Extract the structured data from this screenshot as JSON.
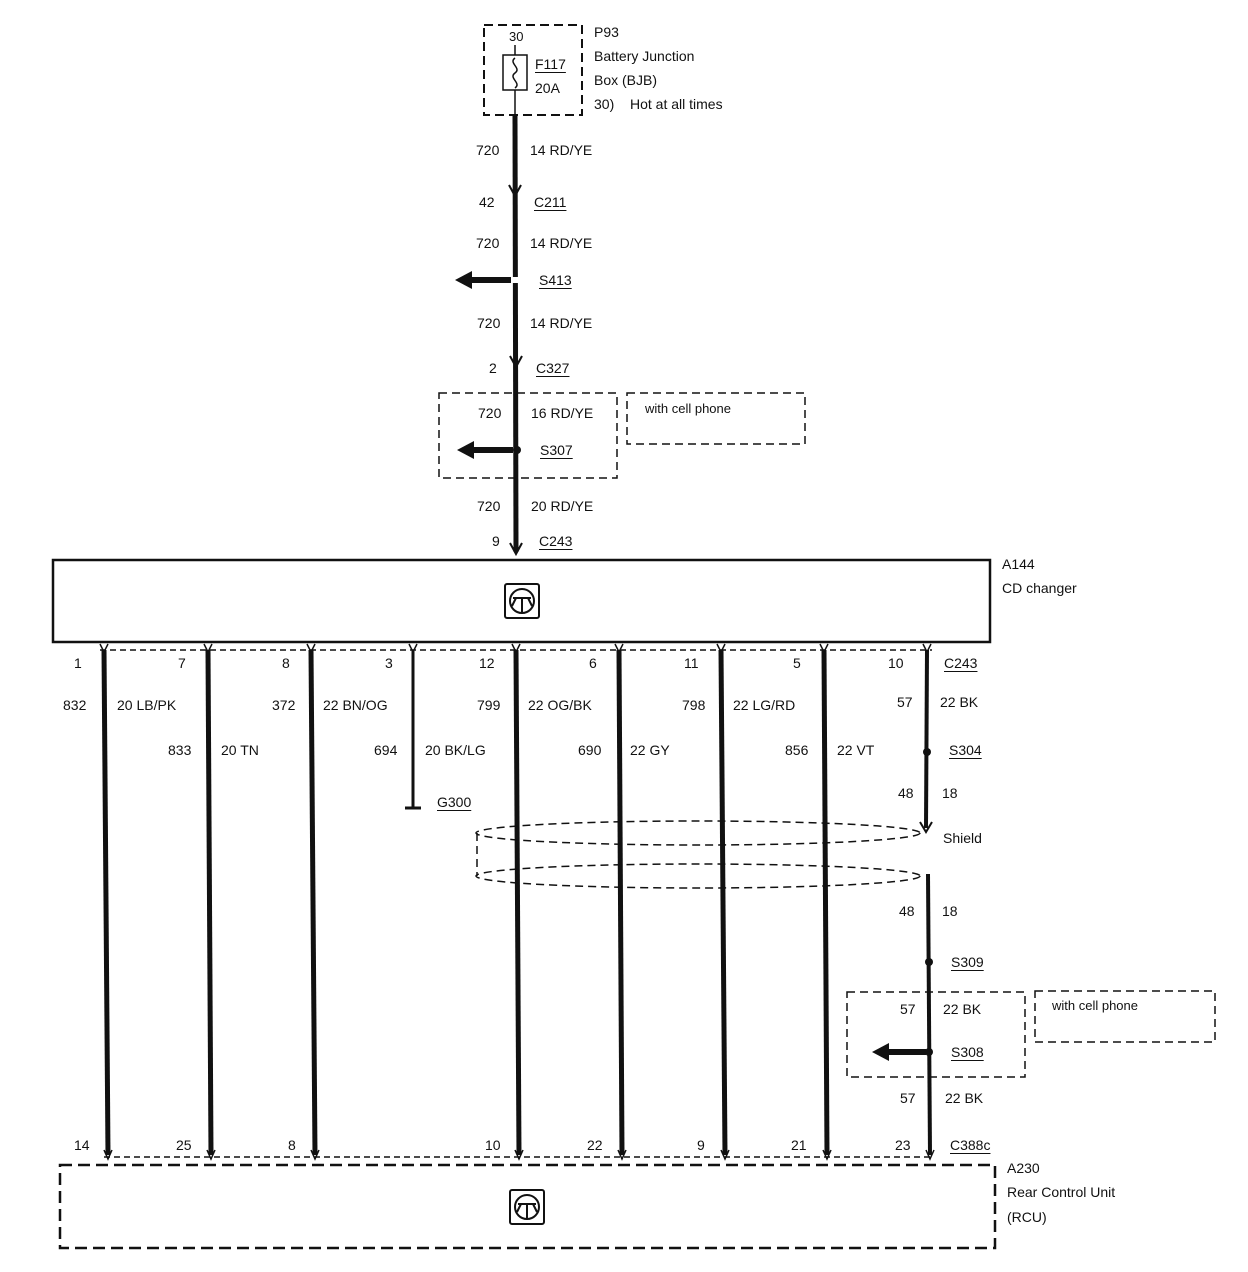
{
  "fuse": {
    "pin": "30",
    "id": "F117",
    "rating": "20A",
    "box_id": "P93",
    "box_name_line1": "Battery Junction",
    "box_name_line2": "Box (BJB)",
    "note_ref": "30)",
    "note": "Hot at all times",
    "icon": "fuse-icon"
  },
  "feed": {
    "segments": [
      {
        "circuit": "720",
        "wire": "14 RD/YE"
      },
      {
        "circuit": "720",
        "wire": "14 RD/YE"
      },
      {
        "circuit": "720",
        "wire": "14 RD/YE"
      },
      {
        "circuit": "720",
        "wire": "16 RD/YE"
      },
      {
        "circuit": "720",
        "wire": "20 RD/YE"
      }
    ],
    "connectors": [
      {
        "pin": "42",
        "id": "C211"
      },
      {
        "pin": "2",
        "id": "C327"
      },
      {
        "pin": "9",
        "id": "C243"
      }
    ],
    "splices": [
      "S413",
      "S307"
    ],
    "option_note": "with cell phone"
  },
  "cd_changer": {
    "id": "A144",
    "name": "CD changer",
    "icon": "module-icon"
  },
  "cd_changer_connector": {
    "id": "C243",
    "pins": [
      "1",
      "7",
      "8",
      "3",
      "12",
      "6",
      "11",
      "5",
      "10"
    ]
  },
  "wires": [
    {
      "circuit": "832",
      "wire": "20 LB/PK"
    },
    {
      "circuit": "833",
      "wire": "20 TN"
    },
    {
      "circuit": "372",
      "wire": "22 BN/OG"
    },
    {
      "circuit": "694",
      "wire": "20 BK/LG"
    },
    {
      "circuit": "799",
      "wire": "22 OG/BK"
    },
    {
      "circuit": "690",
      "wire": "22 GY"
    },
    {
      "circuit": "798",
      "wire": "22 LG/RD"
    },
    {
      "circuit": "856",
      "wire": "22 VT"
    },
    {
      "circuit": "57",
      "wire": "22 BK"
    }
  ],
  "ground": {
    "id": "G300",
    "icon": "ground-icon"
  },
  "shield": {
    "splice_top": "S304",
    "top": {
      "circuit": "48",
      "wire": "18"
    },
    "label": "Shield",
    "bottom": {
      "circuit": "48",
      "wire": "18"
    },
    "splice_bottom": "S309"
  },
  "rcu_branch": {
    "segments": [
      {
        "circuit": "57",
        "wire": "22 BK"
      },
      {
        "circuit": "57",
        "wire": "22 BK"
      }
    ],
    "splice": "S308",
    "option_note": "with cell phone"
  },
  "rcu_connector": {
    "id": "C388c",
    "pins": [
      "14",
      "25",
      "8",
      "10",
      "22",
      "9",
      "21",
      "23"
    ]
  },
  "rcu": {
    "id": "A230",
    "name_line1": "Rear Control Unit",
    "name_line2": "(RCU)",
    "icon": "module-icon"
  }
}
